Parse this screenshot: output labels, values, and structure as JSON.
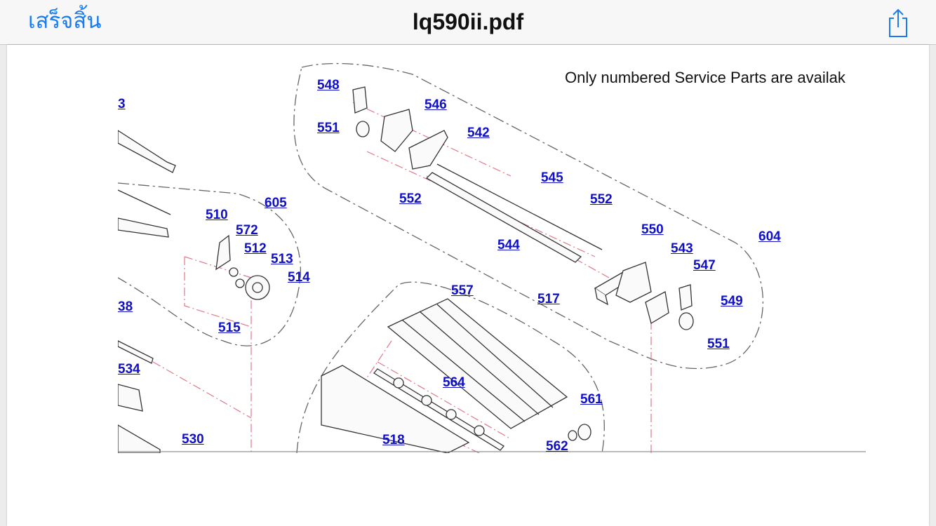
{
  "navbar": {
    "done_label": "เสร็จสิ้น",
    "title": "lq590ii.pdf",
    "share_icon": "share-icon"
  },
  "document": {
    "notice": "Only numbered Service Parts are availak",
    "part_refs": {
      "r548": "548",
      "r546": "546",
      "r551a": "551",
      "r542": "542",
      "r545": "545",
      "r552a": "552",
      "r552b": "552",
      "r544": "544",
      "r550": "550",
      "r543": "543",
      "r547": "547",
      "r549": "549",
      "r551b": "551",
      "r604": "604",
      "r3": "3",
      "r605": "605",
      "r510": "510",
      "r572": "572",
      "r512": "512",
      "r513": "513",
      "r514": "514",
      "r515": "515",
      "r38": "38",
      "r534": "534",
      "r530": "530",
      "r557": "557",
      "r517": "517",
      "r564": "564",
      "r561": "561",
      "r562": "562",
      "r518": "518"
    }
  },
  "colors": {
    "link": "#1010c8",
    "accent": "#1a7cf5",
    "leader": "#e07a8a"
  }
}
